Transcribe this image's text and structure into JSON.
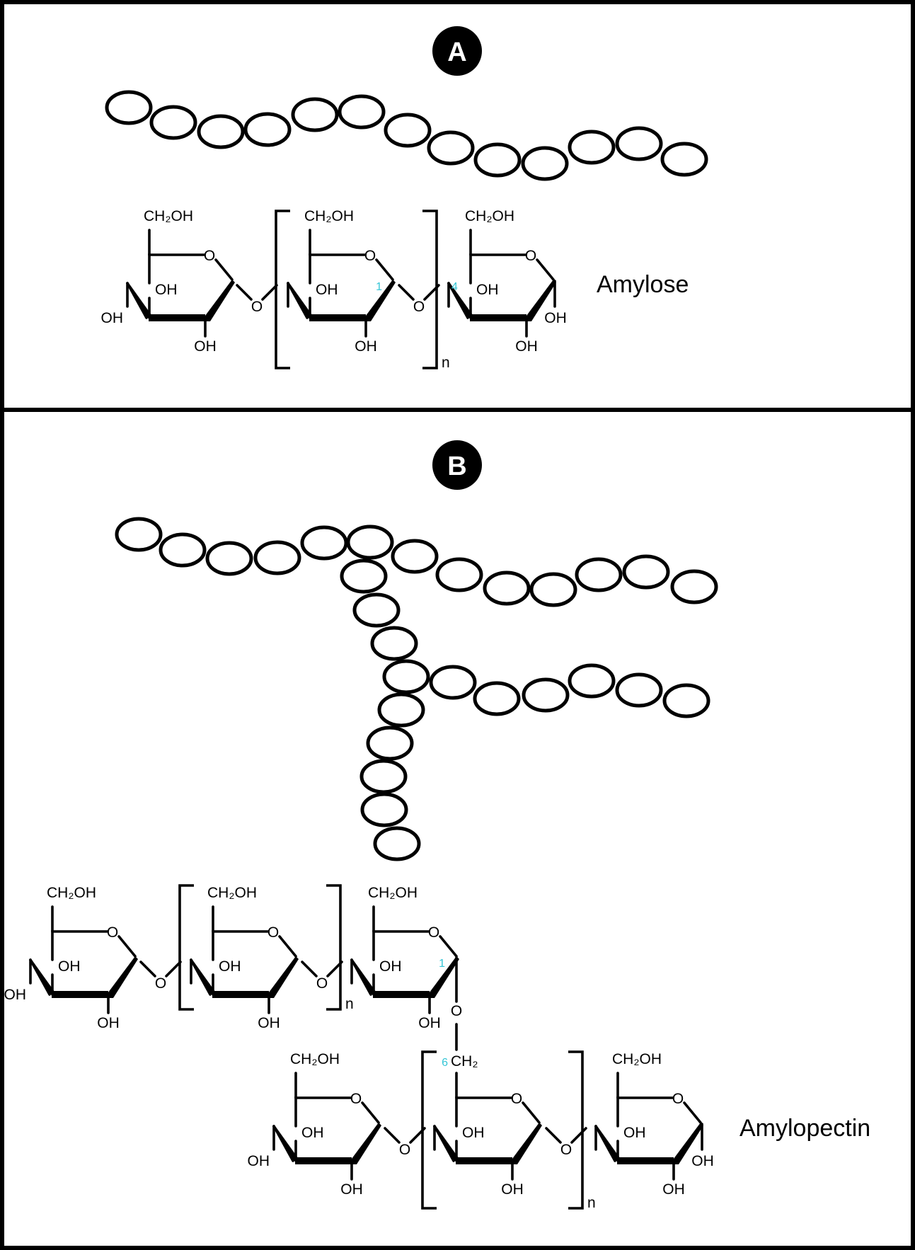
{
  "panels": [
    {
      "badge": "A",
      "name": "Amylose",
      "labels": {
        "ch2oh": "CH₂OH",
        "ring_o": "O",
        "oh": "OH",
        "glyco_o": "O",
        "repeat_n": "n",
        "c1": "1",
        "c4": "4"
      }
    },
    {
      "badge": "B",
      "name": "Amylopectin",
      "labels": {
        "ch2oh": "CH₂OH",
        "ring_o": "O",
        "oh": "OH",
        "glyco_o": "O",
        "repeat_n": "n",
        "c1": "1",
        "c6": "6",
        "ch2": "CH₂"
      }
    }
  ],
  "colors": {
    "ink": "#000000",
    "background": "#ffffff",
    "carbon_number": "#35c6d6",
    "badge_text": "#ffffff"
  }
}
